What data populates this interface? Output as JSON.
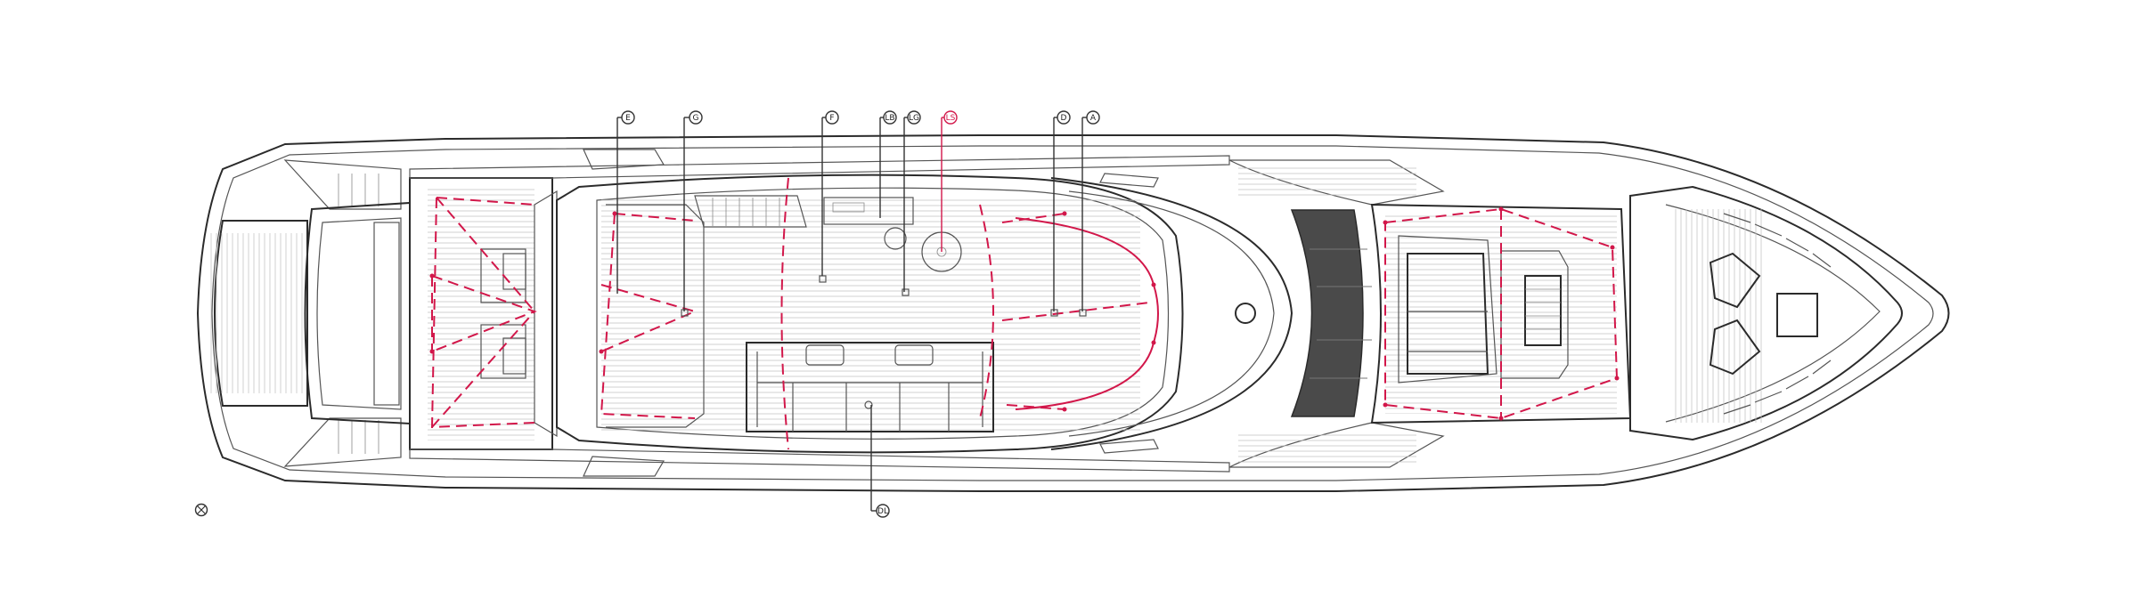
{
  "diagram": {
    "colors": {
      "outline": "#2b2b2b",
      "accent": "#d2174a",
      "glass": "#4a4a4a"
    },
    "callouts": [
      {
        "id": "c1",
        "label": "E"
      },
      {
        "id": "c2",
        "label": "G"
      },
      {
        "id": "c3",
        "label": "F"
      },
      {
        "id": "c4",
        "label": "LB"
      },
      {
        "id": "c5",
        "label": "LG"
      },
      {
        "id": "c6",
        "label": "LS"
      },
      {
        "id": "c7",
        "label": "D"
      },
      {
        "id": "c8",
        "label": "A"
      },
      {
        "id": "c9",
        "label": "DL"
      }
    ],
    "compass_icon": "north-arrow-icon"
  }
}
